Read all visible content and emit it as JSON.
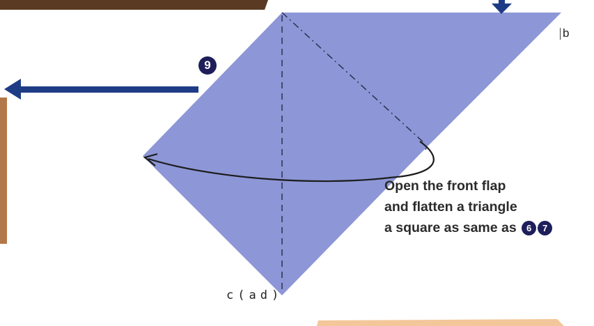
{
  "diagram": {
    "step_number": "9",
    "corner_label_b": "b",
    "corner_label_bottom": "c(ad)",
    "instruction_lines": [
      "Open the front flap",
      "and flatten a triangle",
      "a square as same as"
    ],
    "reference_steps": [
      "6",
      "7"
    ],
    "colors": {
      "paper": "#8d96d6",
      "arrow": "#1e3c86",
      "badge": "#1d1e5a",
      "fold_line": "#2b2f4f"
    }
  }
}
